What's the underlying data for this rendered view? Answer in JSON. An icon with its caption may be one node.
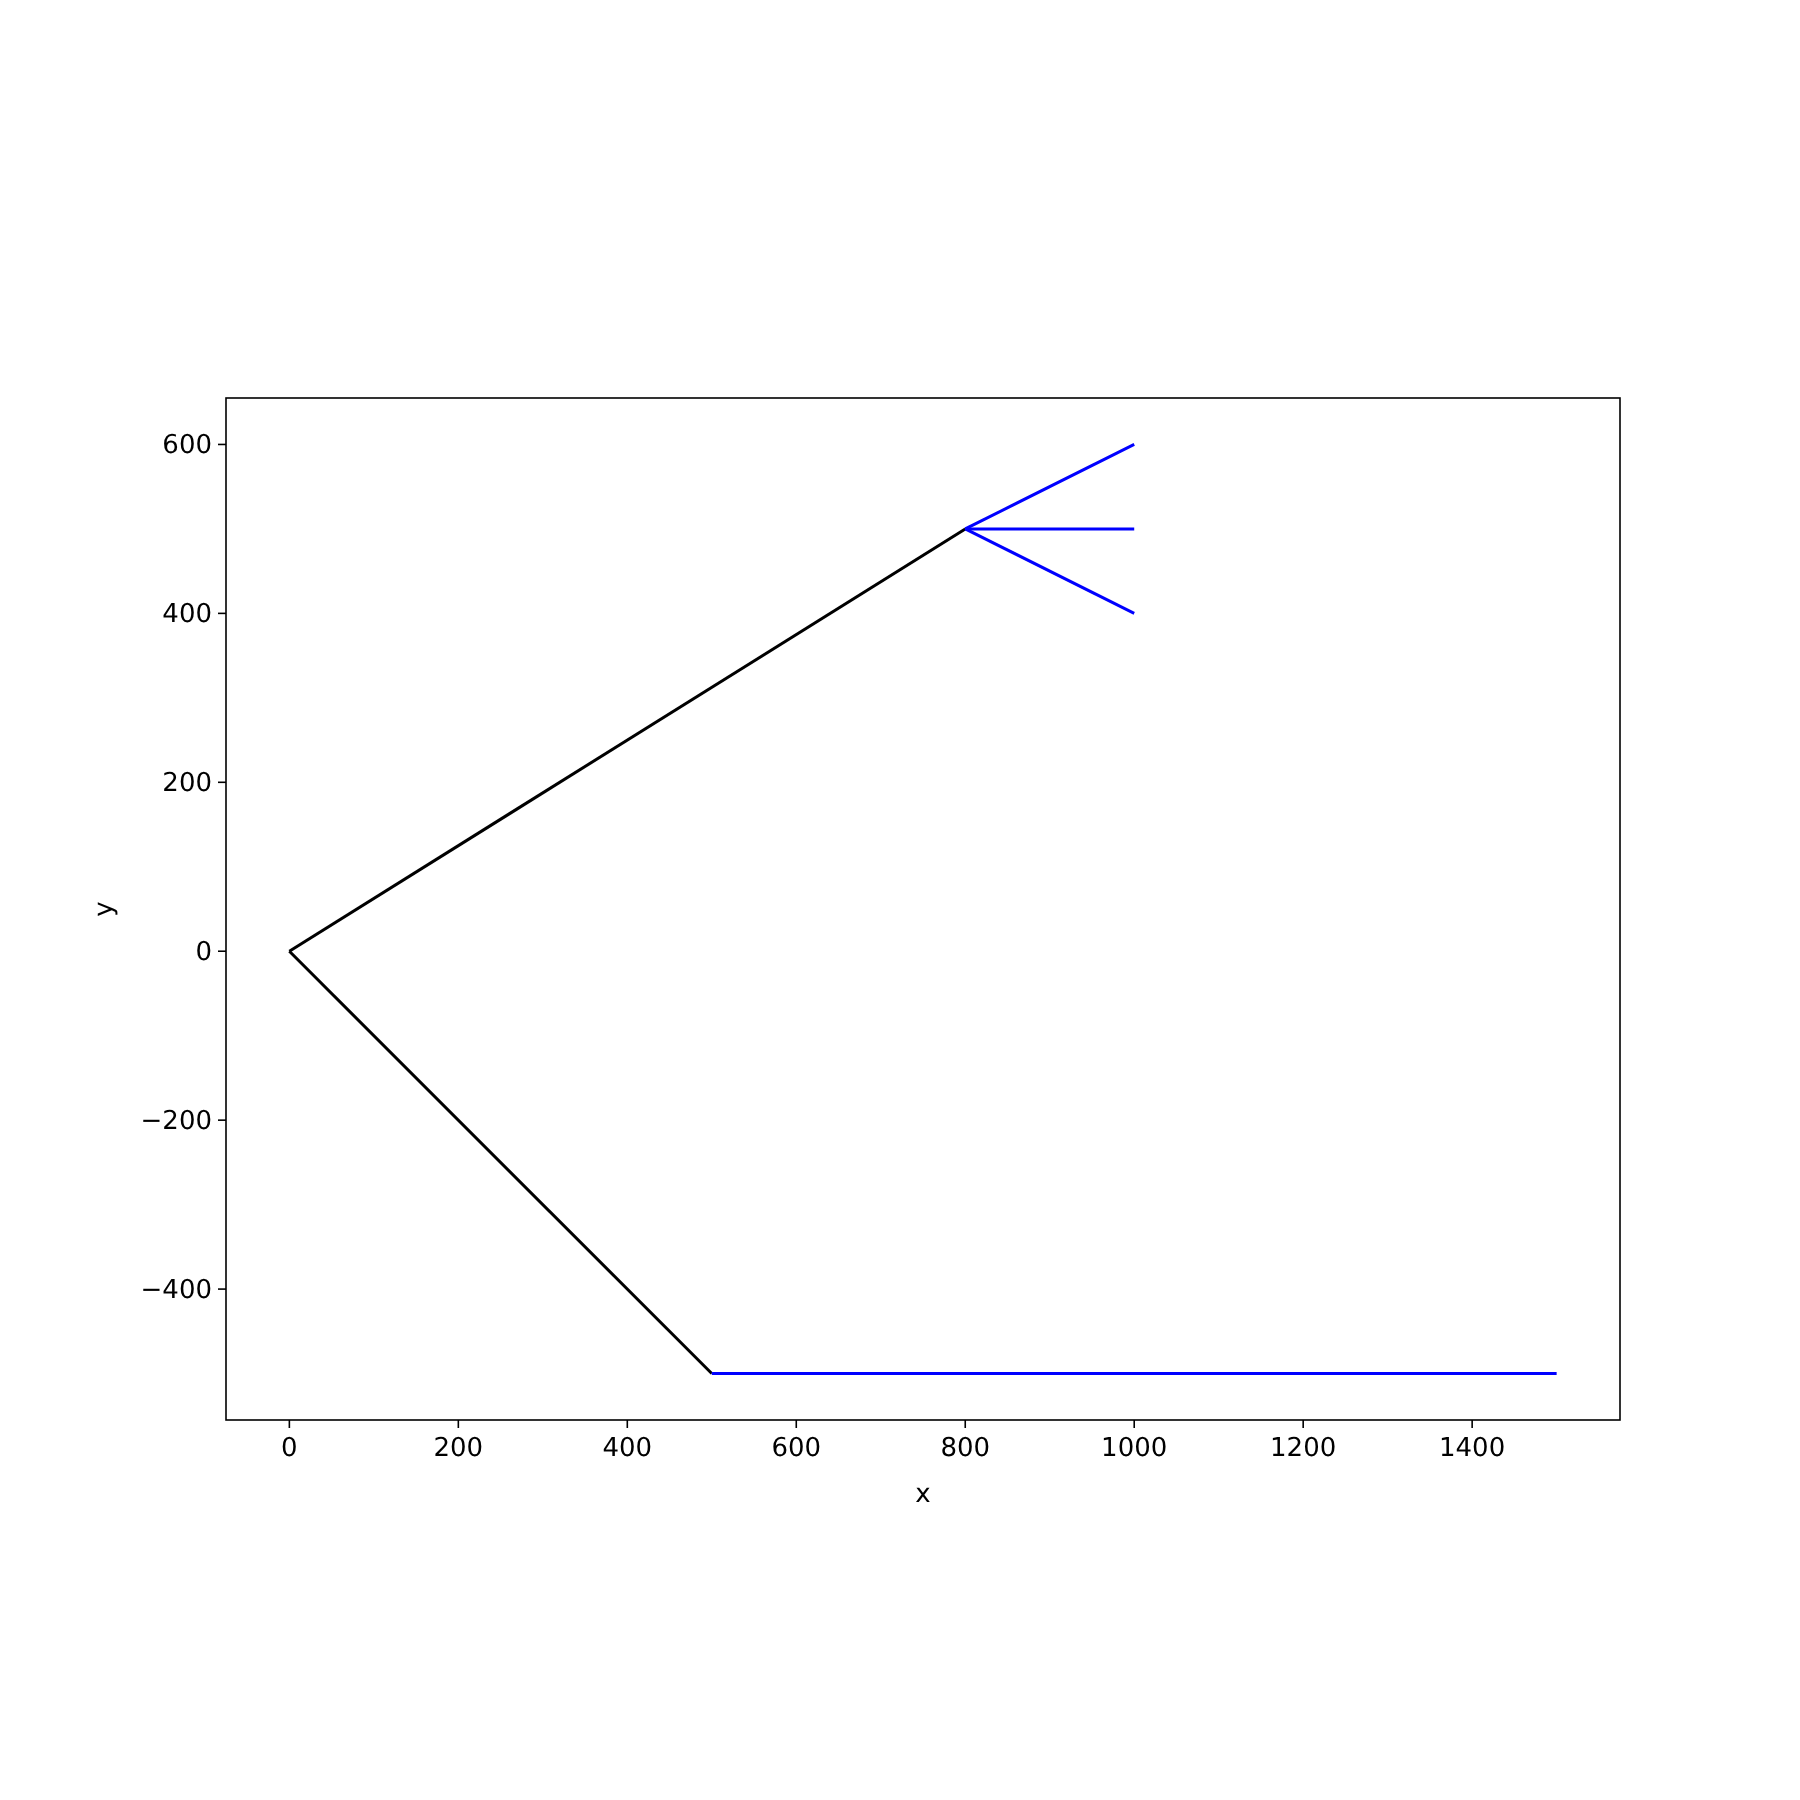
{
  "diagram": {
    "chart_data": {
      "type": "line",
      "xlabel": "x",
      "ylabel": "y",
      "xlim": [
        -75,
        1575
      ],
      "ylim": [
        -555,
        655
      ],
      "xticks": [
        0,
        200,
        400,
        600,
        800,
        1000,
        1200,
        1400
      ],
      "yticks": [
        {
          "value": -400,
          "label": "−400"
        },
        {
          "value": -200,
          "label": "−200"
        },
        0,
        200,
        400,
        600
      ],
      "series": [
        {
          "color": "#000000",
          "x": [
            0,
            800
          ],
          "values": [
            0,
            500
          ]
        },
        {
          "color": "#000000",
          "x": [
            0,
            500
          ],
          "values": [
            0,
            -500
          ]
        },
        {
          "color": "#0000ff",
          "x": [
            800,
            1000
          ],
          "values": [
            500,
            600
          ]
        },
        {
          "color": "#0000ff",
          "x": [
            800,
            1000
          ],
          "values": [
            500,
            500
          ]
        },
        {
          "color": "#0000ff",
          "x": [
            800,
            1000
          ],
          "values": [
            500,
            400
          ]
        },
        {
          "color": "#0000ff",
          "x": [
            500,
            1500
          ],
          "values": [
            -500,
            -500
          ]
        }
      ]
    }
  }
}
